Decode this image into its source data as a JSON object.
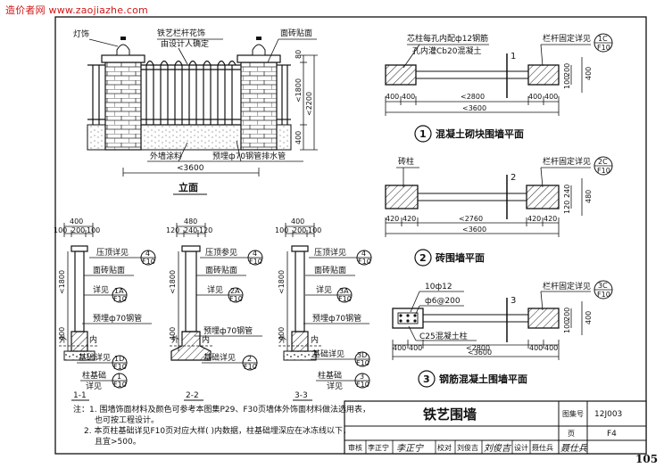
{
  "watermark": "造价者网 www.zaojiazhe.com",
  "page_number": "105",
  "elevation": {
    "lamp": "灯饰",
    "railing1": "铁艺栏杆花饰",
    "railing2": "由设计人确定",
    "face_brick": "面砖贴面",
    "paint": "外墙涂料",
    "drain": "预埋ф70钢管排水管",
    "width": "<3600",
    "title": "立面",
    "d80": "80",
    "d1800": "<1800",
    "d2200": "<2200",
    "d400": "400"
  },
  "plan1": {
    "note1": "芯柱每孔内配ф12钢筋",
    "note2": "孔内灌Cb20混凝土",
    "detail_label": "栏杆固定详见",
    "detail_num": "1C",
    "detail_sheet": "F10",
    "dims": [
      "400",
      "400",
      "<2800",
      "400",
      "400"
    ],
    "total": "<3600",
    "side": [
      "200",
      "100",
      "400"
    ],
    "section": "1",
    "num": "1",
    "title": "混凝土砌块围墙平面"
  },
  "plan2": {
    "pier": "砖柱",
    "detail_label": "栏杆固定详见",
    "detail_num": "2C",
    "detail_sheet": "F10",
    "dims": [
      "420",
      "420",
      "<2760",
      "420",
      "420"
    ],
    "total": "<3600",
    "side": [
      "240",
      "120",
      "480"
    ],
    "section": "2",
    "num": "2",
    "title": "砖围墙平面"
  },
  "plan3": {
    "rebar1": "10ф12",
    "rebar2": "ф6@200",
    "concrete": "C25混凝土柱",
    "detail_label": "栏杆固定详见",
    "detail_num": "3C",
    "detail_sheet": "F10",
    "dims": [
      "400",
      "400",
      "<2800",
      "400",
      "400"
    ],
    "total": "<3600",
    "side": [
      "200",
      "100",
      "400"
    ],
    "section": "3",
    "num": "3",
    "title": "钢筋混凝土围墙平面"
  },
  "sections": [
    {
      "top_total": "400",
      "top_dims": [
        "100",
        "200",
        "100"
      ],
      "h1800": "<1800",
      "h400": "400",
      "outside": "外",
      "inside": "内",
      "coping_label": "压顶详见",
      "coping_num": "4",
      "coping_sheet": "F10",
      "brick_label": "面砖贴面",
      "detail_label": "详见",
      "detail_num": "1A",
      "detail_sheet": "F10",
      "pipe_label": "预埋ф70钢管",
      "found_label": "基础详见",
      "found_num": "1D",
      "found_sheet": "F10",
      "col_label1": "柱基础",
      "col_label2": "详见",
      "col_num": "1",
      "col_sheet": "F10",
      "name": "1-1"
    },
    {
      "top_total": "480",
      "top_dims": [
        "120",
        "240",
        "120"
      ],
      "h1800": "<1800",
      "h400": "400",
      "outside": "外",
      "inside": "内",
      "coping_label": "压顶参见",
      "coping_num": "4",
      "coping_sheet": "F10",
      "brick_label": "面砖贴面",
      "detail_label": "详见",
      "detail_num": "2A",
      "detail_sheet": "F10",
      "pipe_label": "预埋ф70钢管",
      "found_label": "基础详见",
      "found_num": "2",
      "found_sheet": "F10",
      "name": "2-2"
    },
    {
      "top_total": "400",
      "top_dims": [
        "100",
        "200",
        "100"
      ],
      "h1800": "<1800",
      "h400": "400",
      "outside": "外",
      "inside": "内",
      "coping_label": "压顶详见",
      "coping_num": "4",
      "coping_sheet": "F10",
      "brick_label": "面砖贴面",
      "detail_label": "详见",
      "detail_num": "3A",
      "detail_sheet": "F10",
      "pipe_label": "预埋ф70钢管",
      "found_label": "基础详见",
      "found_num": "3D",
      "found_sheet": "F10",
      "col_label1": "柱基础",
      "col_label2": "详见",
      "col_num": "3",
      "col_sheet": "F10",
      "name": "3-3"
    }
  ],
  "notes": [
    "注：1. 围墙饰面材料及颜色可参考本图集P29、F30页墙体外饰面材料做法选用表，",
    "也可按工程设计。",
    "2. 本页柱基础详见F10页对应大样( )内数据，柱基础埋深应在冰冻线以下，",
    "且宜>500。"
  ],
  "title_block": {
    "title": "铁艺围墙",
    "atlas_label": "图集号",
    "atlas_value": "12J003",
    "page_label": "页",
    "page_value": "F4",
    "sign_row": [
      "审核",
      "李正宁",
      "李正宁",
      "校对",
      "刘俊吉",
      "刘俊吉",
      "设计",
      "聂仕兵",
      "聂仕兵"
    ]
  }
}
